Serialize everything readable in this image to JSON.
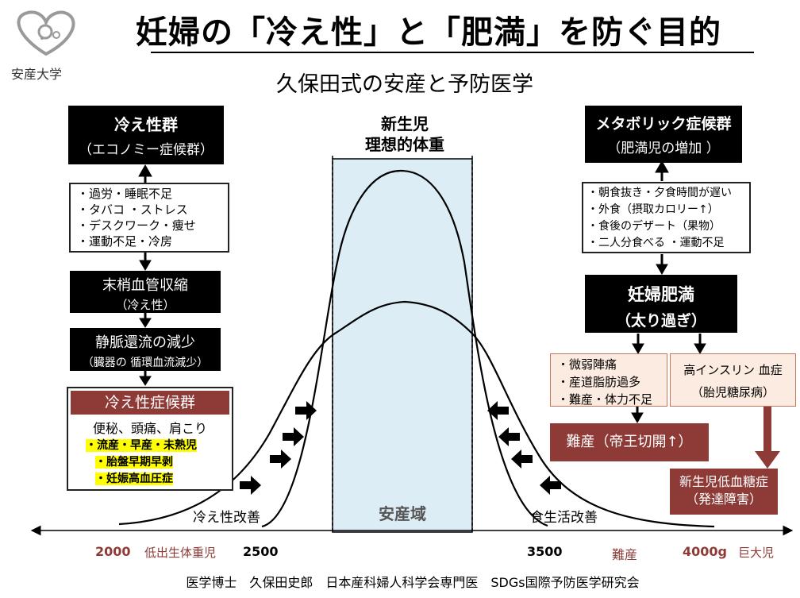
{
  "logo": {
    "caption": "安産大学"
  },
  "title": "妊婦の「冷え性」と「肥満」を防ぐ目的",
  "subtitle": "久保田式の安産と予防医学",
  "center_label": [
    "新生児",
    "理想的体重"
  ],
  "safe_zone_label": "安産域",
  "left": {
    "group_title": "冷え性群",
    "group_sub": "（エコノミー症候群）",
    "causes": [
      "・過労・睡眠不足",
      "・タバコ ・ストレス",
      "・デスクワーク・痩せ",
      "・運動不足・冷房"
    ],
    "step1_title": "末梢血管収縮",
    "step1_sub": "（冷え性）",
    "step2_title": "静脈還流の減少",
    "step2_sub": "（臓器の 循環血流減少）",
    "syndrome_title": "冷え性症候群",
    "syndrome_line": "便秘、頭痛、肩こり",
    "syndrome_items": [
      "・流産・早産・未熟児",
      "・胎盤早期早剥",
      "・妊娠高血圧症"
    ],
    "improve_label": "冷え性改善"
  },
  "right": {
    "group_title": "メタボリック症候群",
    "group_sub": "（肥満児の増加 ）",
    "causes": [
      "・朝食抜き・夕食時間が遅い",
      "・外食（摂取カロリー↑）",
      "・食後のデザート（果物）",
      "・二人分食べる ・運動不足"
    ],
    "obesity_title": "妊婦肥満",
    "obesity_sub": "（太り過ぎ）",
    "risk_items": [
      "・微弱陣痛",
      "・産道脂肪過多",
      "・難産・体力不足"
    ],
    "insulin_title": "高インスリン 血症",
    "insulin_sub": "（胎児糖尿病）",
    "dystocia_label": "難産（帝王切開↑）",
    "hypoglycemia_title": "新生児低血糖症",
    "hypoglycemia_sub": "（発達障害）",
    "improve_label": "食生活改善"
  },
  "axis": {
    "ticks": [
      "2000",
      "2500",
      "3500",
      "4000g"
    ],
    "labels": [
      "低出生体重児",
      "難産",
      "巨大児"
    ]
  },
  "footer": "医学博士　久保田史郎　日本産科婦人科学会専門医　SDGs国際予防医学研究会",
  "colors": {
    "maroon": "#8e3b37",
    "safe_zone": "#dcedf5",
    "highlight": "#ffff00"
  }
}
